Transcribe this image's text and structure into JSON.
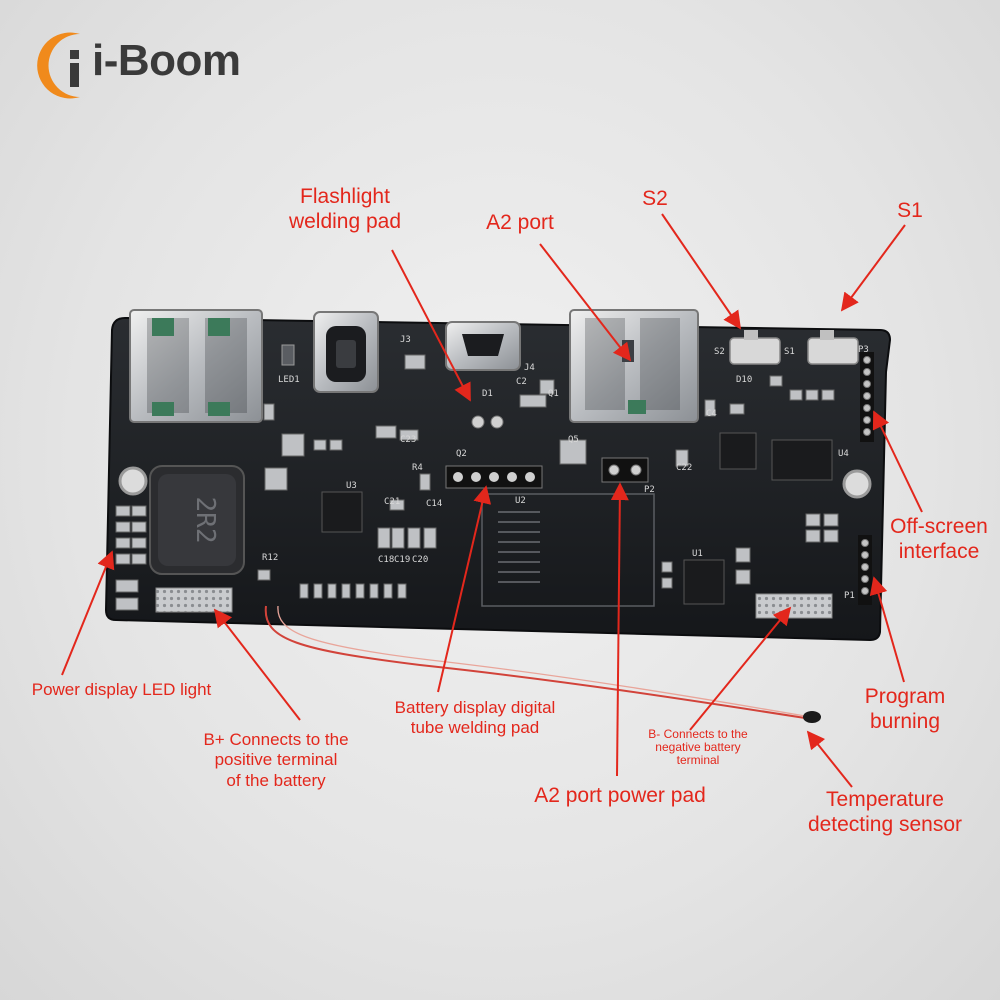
{
  "brand": {
    "name": "i-Boom",
    "accent": "#f08a1c",
    "text_color": "#3a3a3a"
  },
  "annotation_color": "#e3271c",
  "labels": {
    "flashlight": {
      "line1": "Flashlight",
      "line2": "welding pad"
    },
    "a2_port": {
      "line1": "A2 port"
    },
    "s2": {
      "line1": "S2"
    },
    "s1": {
      "line1": "S1"
    },
    "off_screen": {
      "line1": "Off-screen",
      "line2": "interface"
    },
    "program": {
      "line1": "Program",
      "line2": "burning"
    },
    "temp_sensor": {
      "line1": "Temperature",
      "line2": "detecting sensor"
    },
    "a2_power": {
      "line1": "A2 port power pad"
    },
    "b_minus": {
      "line1": "B- Connects to the",
      "line2": "negative battery",
      "line3": "terminal"
    },
    "battery_display": {
      "line1": "Battery display digital",
      "line2": "tube welding pad"
    },
    "b_plus": {
      "line1": "B+ Connects to the",
      "line2": "positive terminal",
      "line3": "of the battery"
    },
    "power_led": {
      "line1": "Power display LED light"
    }
  },
  "board": {
    "inductor_marking": "2R2",
    "chip_labels": [
      "U2",
      "U3",
      "U4",
      "U1"
    ],
    "silkscreen": [
      "LED1",
      "J3",
      "J4",
      "D1",
      "C2",
      "Q1",
      "C23",
      "C21",
      "C14",
      "C18",
      "C19",
      "C20",
      "R4",
      "P2",
      "Q2",
      "Q5",
      "C22",
      "C4",
      "D10",
      "S2",
      "S1",
      "P3",
      "P1",
      "R12"
    ]
  }
}
